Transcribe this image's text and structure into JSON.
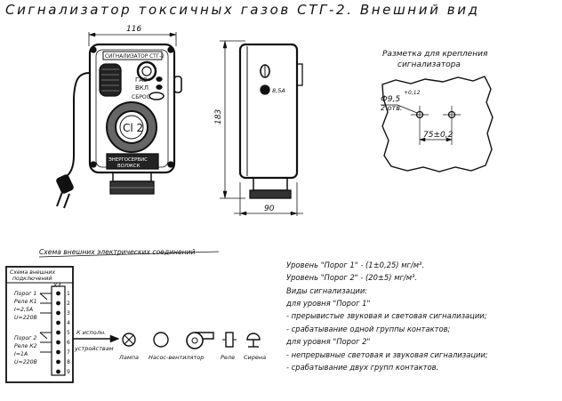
{
  "title": "Сигнализатор токсичных газов СТГ-2. Внешний вид",
  "front": {
    "width_label": "116",
    "plate_label": "СИГНАЛИЗАТОР СТГ-2",
    "gas_label": "ГАЗ",
    "on_label": "ВКЛ",
    "reset_label": "СБРОС",
    "sensor_label": "Cl 2",
    "bottom_plate": "ЭНЕРГОСЕРВИС",
    "bottom_plate2": "ВОЛЖСК"
  },
  "side": {
    "height_label": "183",
    "depth_label": "90",
    "hole_label": "8,5А"
  },
  "mounting": {
    "title1": "Разметка для крепления",
    "title2": "сигнализатора",
    "hole_dia": "Ф9,5",
    "hole_tol": "+0,12",
    "holes_count": "2 отв.",
    "spacing": "75±0,2"
  },
  "schema": {
    "title": "Схема внешних электрических соединений",
    "box_title1": "Схема внешних",
    "box_title2": "подключений",
    "connector": "X4",
    "group1": [
      "Порог 1",
      "Реле К1",
      "I=2,5А",
      "U=220В"
    ],
    "group2": [
      "Порог 2",
      "Реле К2",
      "I=1А",
      "U=220В"
    ],
    "terminals": [
      "1",
      "2",
      "3",
      "4",
      "5",
      "6",
      "7",
      "8",
      "9"
    ],
    "arrow_label1": "К исполн.",
    "arrow_label2": "устройствам",
    "devices": [
      "Лампа",
      "Насос-вентилятор",
      "Реле",
      "Сирена"
    ]
  },
  "notes": [
    "Уровень \"Порог 1\" - (1±0,25) мг/м³.",
    "Уровень \"Порог 2\" - (20±5) мг/м³.",
    "Виды сигнализации:",
    "для уровня \"Порог 1\"",
    "- прерывистые звуковая и световая сигнализации;",
    "- срабатывание одной группы контактов;",
    "для уровня \"Порог 2\"",
    "- непрерывные световая и звуковая сигнализации;",
    "- срабатывание двух групп контактов."
  ]
}
